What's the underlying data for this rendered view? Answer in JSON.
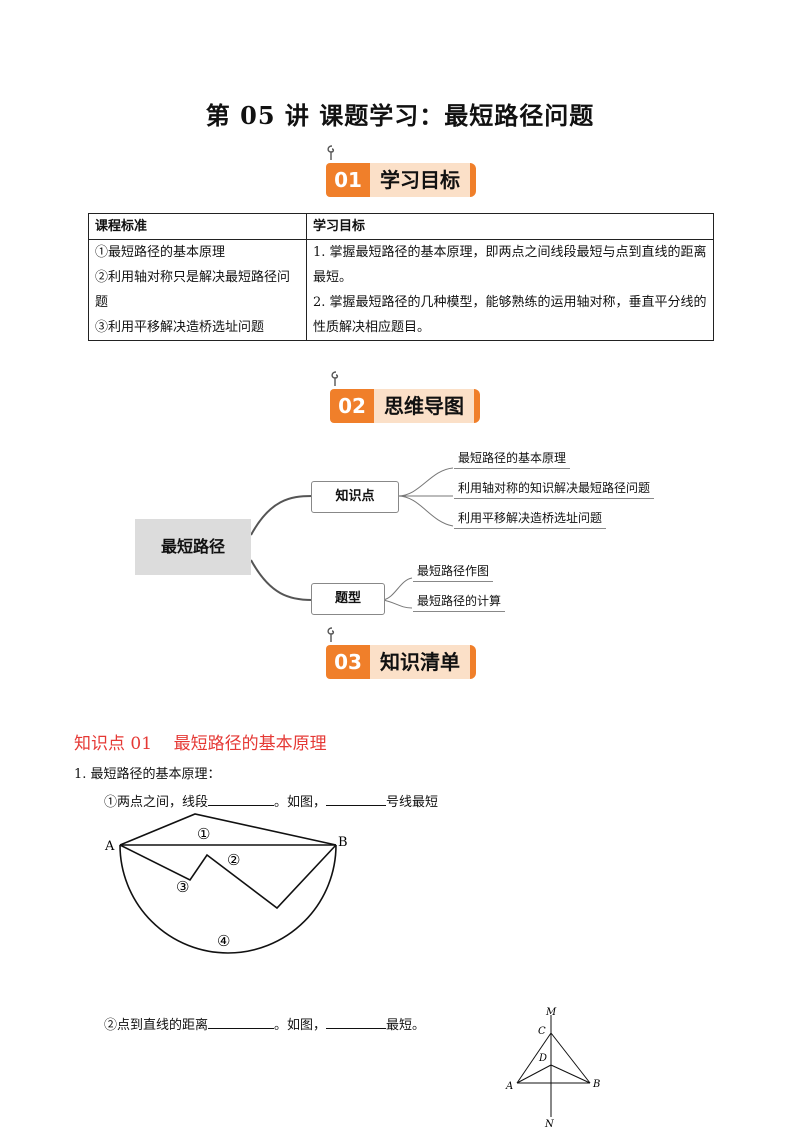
{
  "title": "第 05 讲  课题学习：最短路径问题",
  "badges": [
    {
      "num": "01",
      "label": "学习目标"
    },
    {
      "num": "02",
      "label": "思维导图"
    },
    {
      "num": "03",
      "label": "知识清单"
    }
  ],
  "table": {
    "headers": [
      "课程标准",
      "学习目标"
    ],
    "col1": [
      "①最短路径的基本原理",
      "②利用轴对称只是解决最短路径问题",
      "③利用平移解决造桥选址问题"
    ],
    "col2": [
      "1. 掌握最短路径的基本原理，即两点之间线段最短与点到直线的距离最短。",
      "2. 掌握最短路径的几种模型，能够熟练的运用轴对称，垂直平分线的性质解决相应题目。"
    ]
  },
  "mindmap": {
    "root": "最短路径",
    "branches": [
      {
        "label": "知识点",
        "leaves": [
          "最短路径的基本原理",
          "利用轴对称的知识解决最短路径问题",
          "利用平移解决造桥选址问题"
        ]
      },
      {
        "label": "题型",
        "leaves": [
          "最短路径作图",
          "最短路径的计算"
        ]
      }
    ]
  },
  "knowledge": {
    "heading": "知识点 01    最短路径的基本原理",
    "intro": "1. 最短路径的基本原理：",
    "item1_a": "①两点之间，线段",
    "item1_b": "。如图，",
    "item1_c": "号线最短",
    "item2_a": "②点到直线的距离",
    "item2_b": "。如图，",
    "item2_c": "最短。"
  },
  "figure1": {
    "point_a": "A",
    "point_b": "B",
    "labels": [
      "①",
      "②",
      "③",
      "④"
    ]
  },
  "figure2": {
    "points": [
      "M",
      "C",
      "D",
      "A",
      "B",
      "N"
    ]
  }
}
